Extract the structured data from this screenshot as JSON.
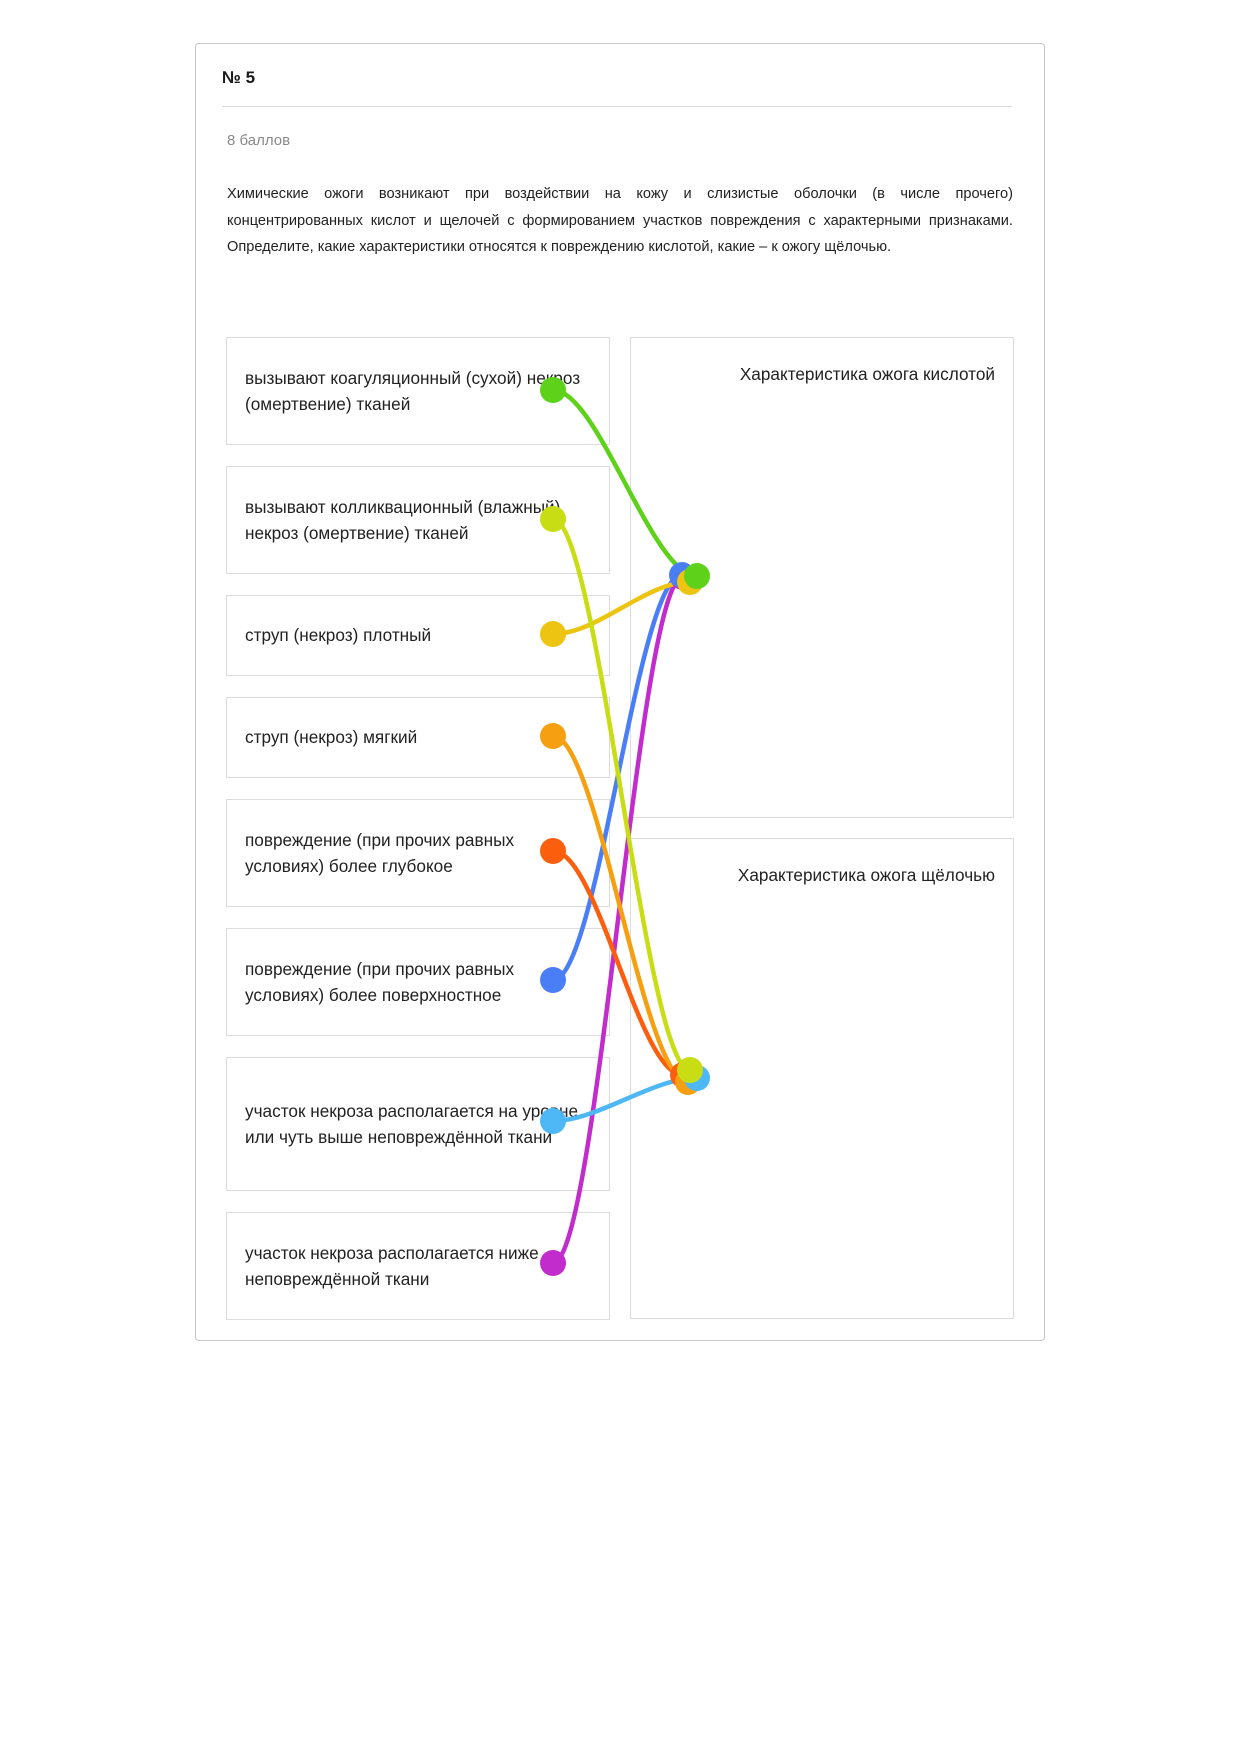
{
  "question": {
    "number": "№ 5",
    "points": "8 баллов",
    "description": "Химические ожоги возникают при воздействии на кожу и слизистые оболочки (в числе прочего) концентрированных кислот и щелочей с формированием участков повреждения с характерными признаками. Определите, какие характеристики относятся к повреждению кислотой, какие – к ожогу щёлочью."
  },
  "items": [
    {
      "label": "вызывают коагуляционный (сухой) некроз (омертвение) тканей",
      "color": "#5ed11a",
      "target": 0
    },
    {
      "label": "вызывают колликвационный (влажный) некроз (омертвение) тканей",
      "color": "#c9dd14",
      "target": 1
    },
    {
      "label": "струп (некроз) плотный",
      "color": "#ecc411",
      "target": 0
    },
    {
      "label": "струп (некроз) мягкий",
      "color": "#f6a011",
      "target": 1
    },
    {
      "label": "повреждение (при прочих равных условиях) более глубокое",
      "color": "#fb5e0d",
      "target": 1
    },
    {
      "label": "повреждение (при прочих равных условиях) более поверхностное",
      "color": "#4a7ef6",
      "target": 0
    },
    {
      "label": "участок некроза располагается на уровне или чуть выше неповреждённой ткани",
      "color": "#4db8f5",
      "target": 1
    },
    {
      "label": "участок некроза располагается ниже неповреждённой ткани",
      "color": "#c22ccc",
      "target": 0
    }
  ],
  "targets": [
    {
      "label": "Характеристика ожога кислотой"
    },
    {
      "label": "Характеристика ожога щёлочью"
    }
  ]
}
